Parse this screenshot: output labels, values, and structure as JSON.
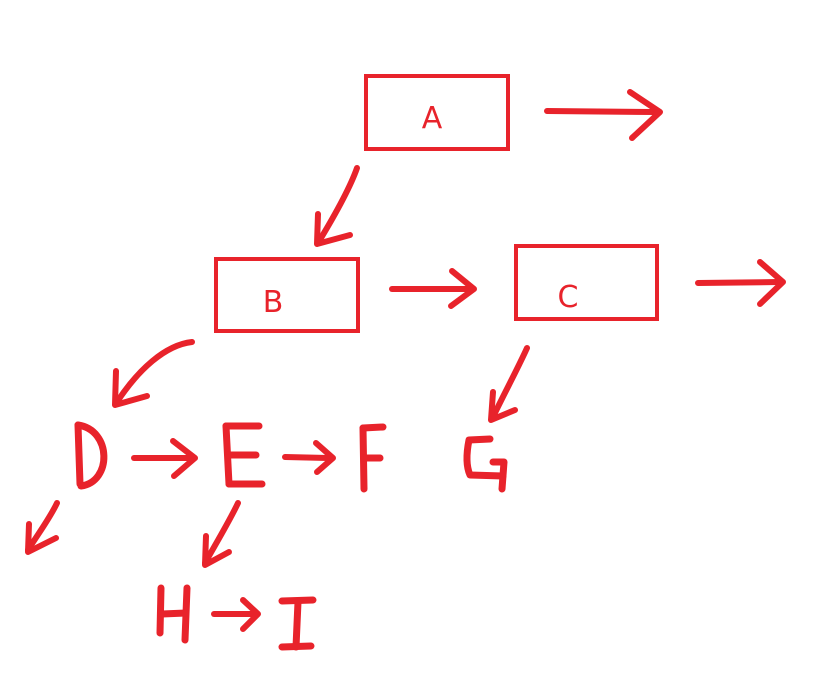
{
  "diagram": {
    "ink_color": "#e8232b",
    "boxed_nodes": [
      {
        "id": "a",
        "label": "A"
      },
      {
        "id": "b",
        "label": "B"
      },
      {
        "id": "c",
        "label": "C"
      }
    ],
    "handwritten_nodes": [
      "D",
      "E",
      "F",
      "G",
      "H",
      "I"
    ]
  }
}
